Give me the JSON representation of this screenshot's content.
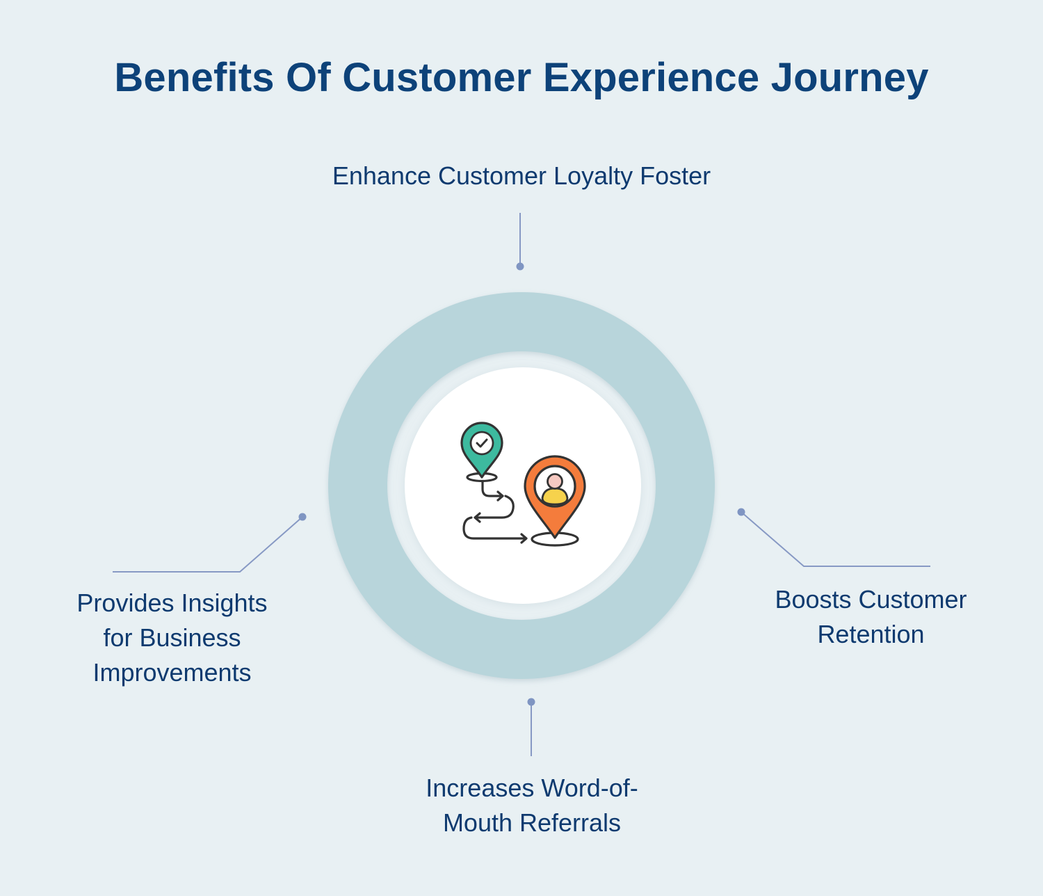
{
  "title": "Benefits Of Customer Experience Journey",
  "benefits": {
    "top": {
      "lines": [
        "Enhance Customer Loyalty Foster"
      ]
    },
    "right": {
      "lines": [
        "Boosts Customer",
        "Retention"
      ]
    },
    "bottom": {
      "lines": [
        "Increases Word-of-",
        "Mouth Referrals"
      ]
    },
    "left": {
      "lines": [
        "Provides Insights",
        "for Business",
        "Improvements"
      ]
    }
  },
  "colors": {
    "background": "#e8f0f3",
    "title": "#0d4279",
    "text": "#0e3a6f",
    "ring_segment": "#b8d5db",
    "connector": "#7f95c2",
    "pin_green": "#3dba9f",
    "pin_orange": "#f47c3c",
    "head": "#f6c9c1",
    "body": "#f6d24c"
  },
  "icons": [
    "location-pin-check-icon",
    "location-pin-person-icon",
    "path-arrows-icon"
  ]
}
